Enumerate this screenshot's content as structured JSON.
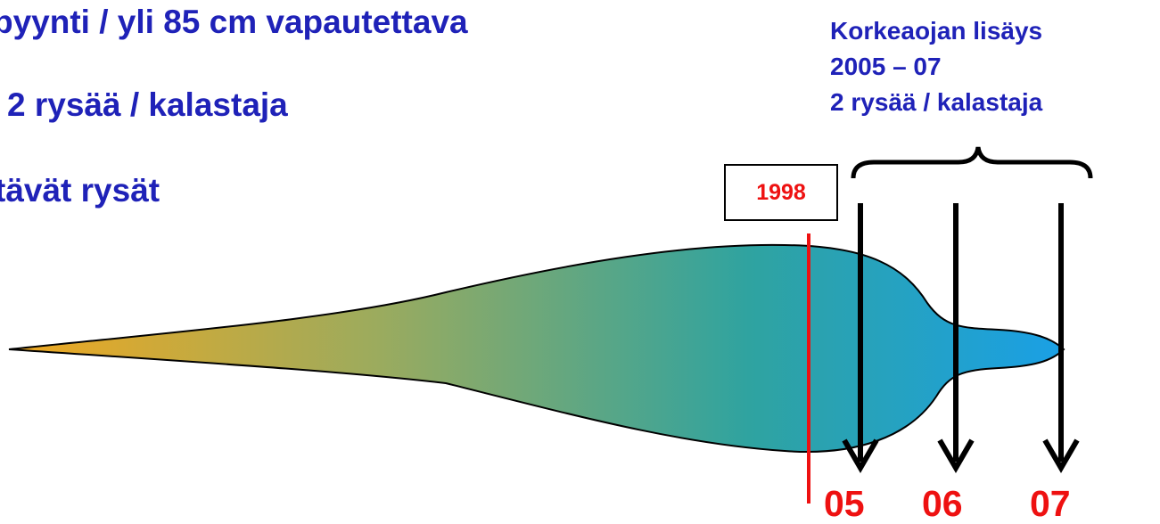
{
  "left_text": {
    "line1": "pyynti / yli 85 cm vapautettava",
    "line2": "2 rysää / kalastaja",
    "line3": "tävät rysät"
  },
  "right_text": {
    "line1": "Korkeaojan lisäys",
    "line2": "2005 – 07",
    "line3": "2 rysää / kalastaja"
  },
  "marker": {
    "year": "1998"
  },
  "years": [
    "05",
    "06",
    "07"
  ],
  "colors": {
    "text_blue": "#1f22b8",
    "accent_red": "#ee1111",
    "gradient_start": "#f0a820",
    "gradient_end": "#1aa0e6"
  }
}
